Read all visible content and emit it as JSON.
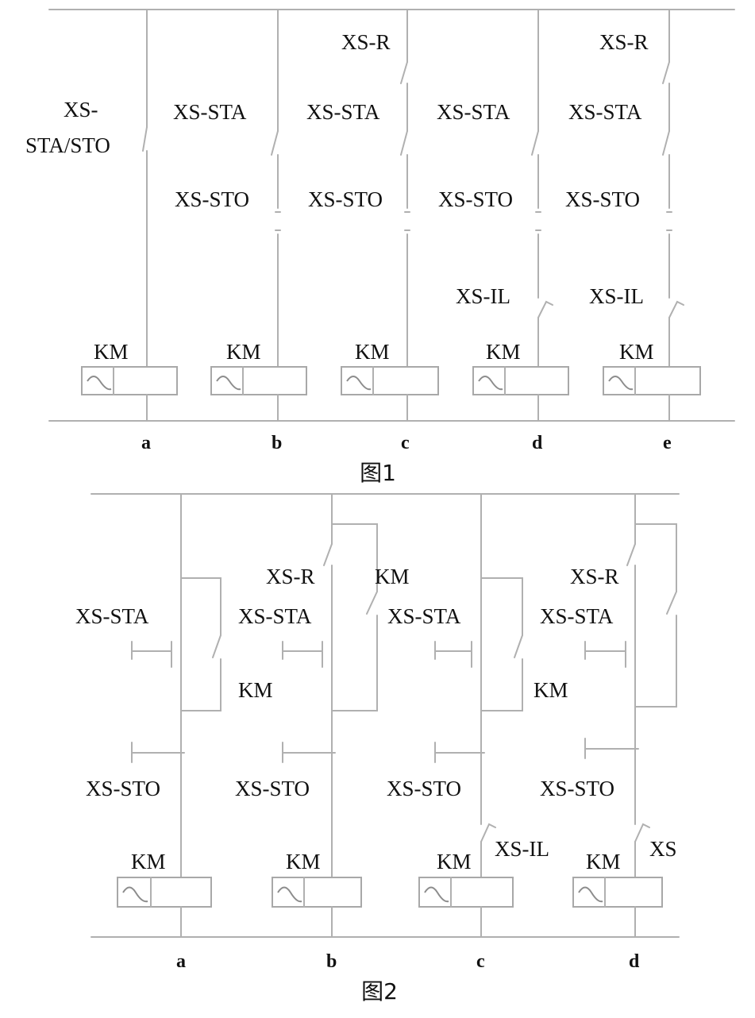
{
  "figure1": {
    "caption": "图1",
    "columns": [
      {
        "id": "a",
        "label": "a",
        "coil": "KM",
        "start_stop": [
          "XS-",
          "STA/STO"
        ]
      },
      {
        "id": "b",
        "label": "b",
        "coil": "KM",
        "start": "XS-STA",
        "stop": "XS-STO"
      },
      {
        "id": "c",
        "label": "c",
        "coil": "KM",
        "reset": "XS-R",
        "start": "XS-STA",
        "stop": "XS-STO"
      },
      {
        "id": "d",
        "label": "d",
        "coil": "KM",
        "start": "XS-STA",
        "stop": "XS-STO",
        "interlock": "XS-IL"
      },
      {
        "id": "e",
        "label": "e",
        "coil": "KM",
        "reset": "XS-R",
        "start": "XS-STA",
        "stop": "XS-STO",
        "interlock": "XS-IL"
      }
    ]
  },
  "figure2": {
    "caption": "图2",
    "columns": [
      {
        "id": "a",
        "label": "a",
        "coil": "KM",
        "start": "XS-STA",
        "holding": "KM",
        "stop": "XS-STO"
      },
      {
        "id": "b",
        "label": "b",
        "coil": "KM",
        "reset": "XS-R",
        "holding": "KM",
        "start": "XS-STA",
        "stop": "XS-STO"
      },
      {
        "id": "c",
        "label": "c",
        "coil": "KM",
        "start": "XS-STA",
        "holding": "KM",
        "stop": "XS-STO",
        "interlock": "XS-IL"
      },
      {
        "id": "d",
        "label": "d",
        "coil": "KM",
        "reset": "XS-R",
        "start": "XS-STA",
        "stop": "XS-STO",
        "interlock": "XS"
      }
    ]
  }
}
